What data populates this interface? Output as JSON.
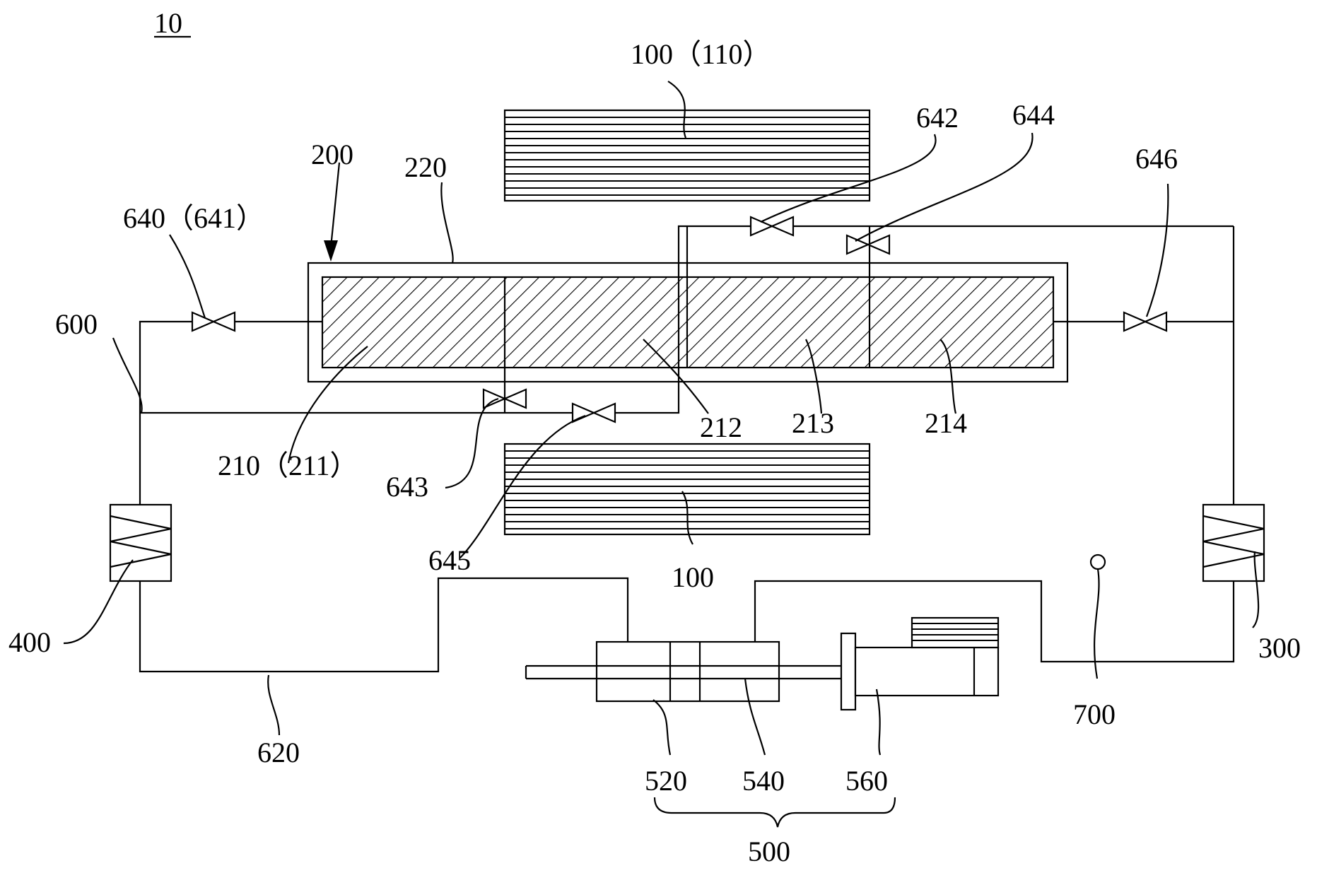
{
  "figure": {
    "number": "10"
  },
  "labels": {
    "magnet_top": "100（110）",
    "magnet_bottom": "100",
    "regenerator": "200",
    "housing": "220",
    "bed_first": "210（211）",
    "bed_second": "212",
    "bed_third": "213",
    "bed_fourth": "214",
    "hot_exchanger": "300",
    "cold_exchanger": "400",
    "drive_assembly": "500",
    "cylinder": "520",
    "piston": "540",
    "actuator": "560",
    "pipeline": "600",
    "return_pipe": "620",
    "valve_main_left": "640（641）",
    "valve_642": "642",
    "valve_643": "643",
    "valve_644": "644",
    "valve_645": "645",
    "valve_646": "646",
    "sensor": "700"
  },
  "colors": {
    "line": "#000000",
    "background": "#ffffff"
  }
}
